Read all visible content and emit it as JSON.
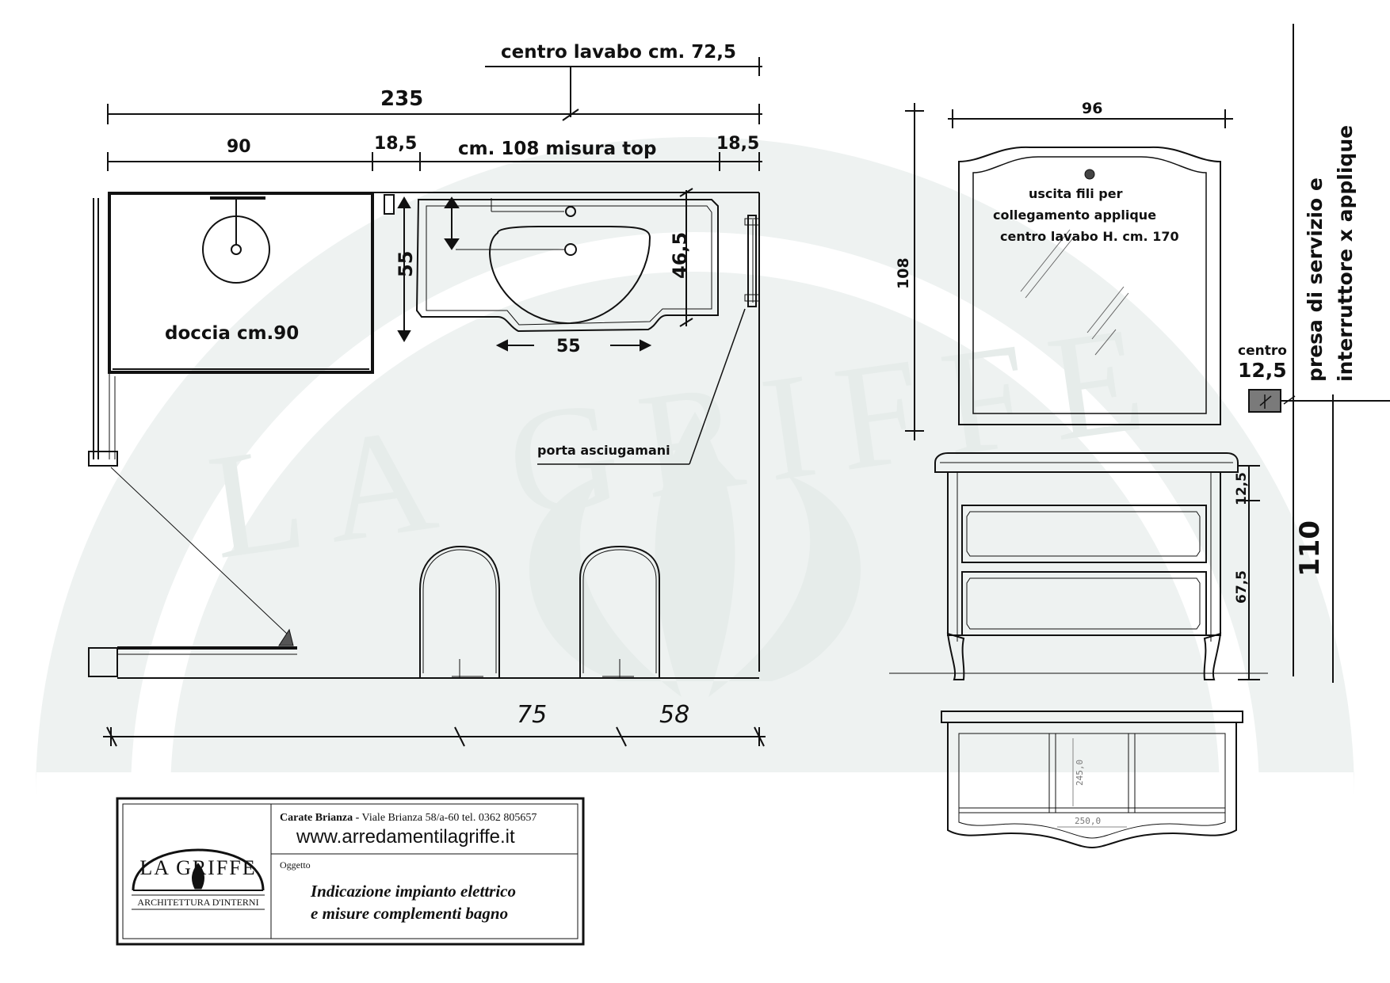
{
  "plan": {
    "total_width": "235",
    "sink_center": "centro lavabo  cm. 72,5",
    "shower_width": "90",
    "side_left": "18,5",
    "top_size": "cm. 108  misura top",
    "side_right": "18,5",
    "depth_55": "55",
    "basin_depth": "46,5",
    "basin_width": "55",
    "shower_label": "doccia cm.90",
    "towel_label": "porta asciugamani",
    "floor_75": "75",
    "floor_58": "58"
  },
  "elevation": {
    "mirror_width": "96",
    "mirror_height": "108",
    "wire_note_1": "uscita fili per",
    "wire_note_2": "collegamento applique",
    "wire_note_3": "centro lavabo H. cm. 170",
    "socket_center_label": "centro",
    "socket_center_value": "12,5",
    "socket_note_1": "presa di servizio e",
    "socket_note_2": "interruttore x applique",
    "height_110": "110",
    "dim_12_5": "12,5",
    "dim_67_5": "67,5",
    "inner_h": "245,0",
    "inner_w": "250,0"
  },
  "titleblock": {
    "logo_text": "LA GRIFFE",
    "logo_sub": "ARCHITETTURA D'INTERNI",
    "address_bold": "Carate Brianza -",
    "address_rest": " Viale Brianza 58/a-60  tel.  0362 805657",
    "website": "www.arredamentilagriffe.it",
    "oggetto_label": "Oggetto",
    "subject_line_1": "Indicazione impianto elettrico",
    "subject_line_2": "e misure complementi bagno"
  },
  "watermark_text": "LA GRIFFE",
  "colors": {
    "ink": "#111111",
    "watermark": "#e2e8e6",
    "socket": "#7a7a7a"
  }
}
